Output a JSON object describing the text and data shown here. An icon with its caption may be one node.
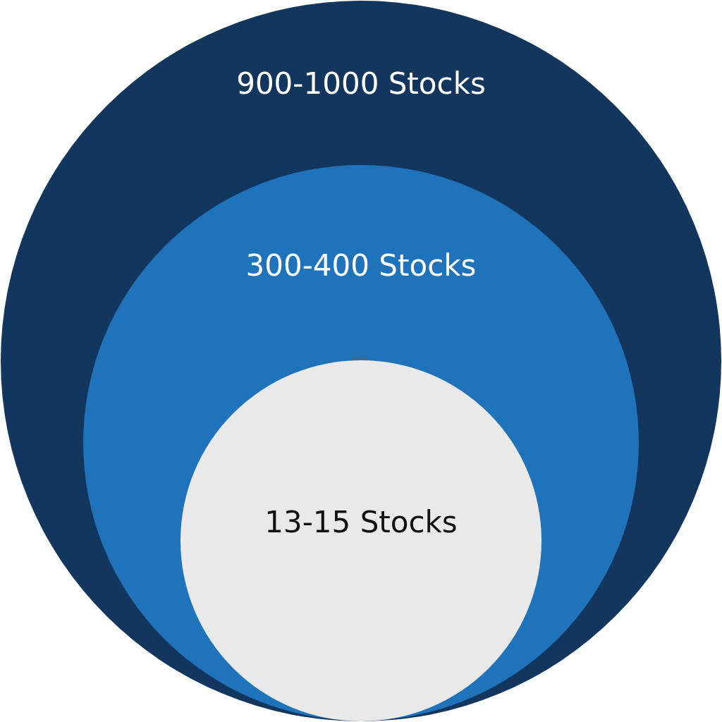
{
  "diagram": {
    "nodes": [
      {
        "text": [
          "900-1000 Stocks"
        ]
      },
      {
        "text": [
          "300-400 Stocks"
        ],
        "in": 0
      },
      {
        "text": [
          "13-15 Stocks"
        ],
        "in": 1
      }
    ]
  }
}
